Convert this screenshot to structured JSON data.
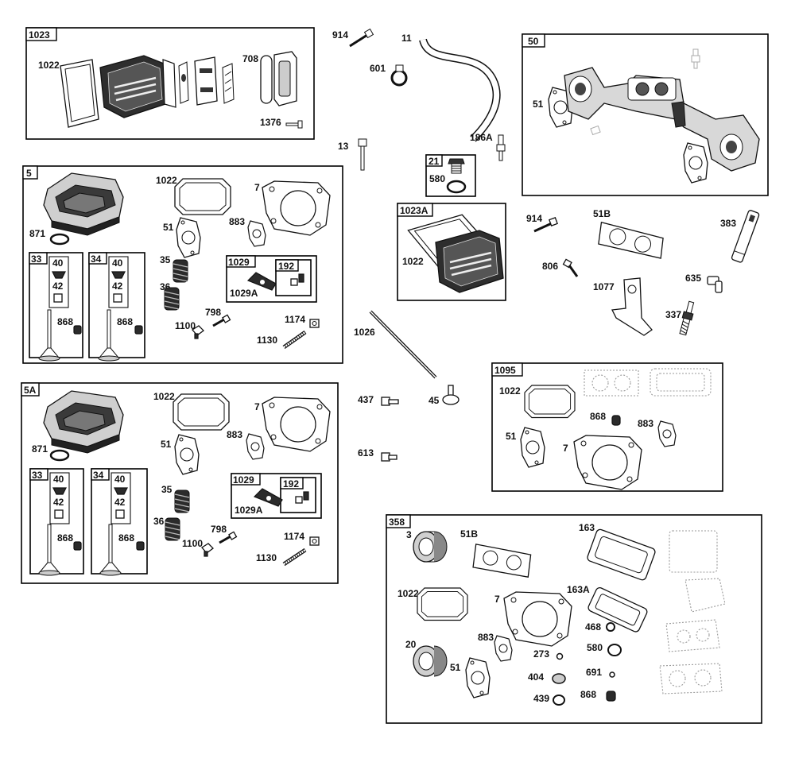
{
  "labels": {
    "l1023": "1023",
    "l1022a": "1022",
    "l708a": "708",
    "l1376": "1376",
    "l914a": "914",
    "l11": "11",
    "l601": "601",
    "l13": "13",
    "l186a": "186A",
    "l21": "21",
    "l580a": "580",
    "l50": "50",
    "l51a": "51",
    "l5": "5",
    "l1022b": "1022",
    "l7a": "7",
    "l871a": "871",
    "l51b": "51",
    "l883a": "883",
    "l33a": "33",
    "l40a": "40",
    "l42a": "42",
    "l868a": "868",
    "l34a": "34",
    "l40b": "40",
    "l42b": "42",
    "l868b": "868",
    "l35a": "35",
    "l36a": "36",
    "l1029a": "1029",
    "l192a": "192",
    "l1029aa": "1029A",
    "l798a": "798",
    "l1100a": "1100",
    "l1174a": "1174",
    "l1130a": "1130",
    "l1023a": "1023A",
    "l1022c": "1022",
    "l914b": "914",
    "l51b2": "51B",
    "l383": "383",
    "l806": "806",
    "l635": "635",
    "l1077": "1077",
    "l337": "337",
    "l1026": "1026",
    "l45": "45",
    "l437": "437",
    "l613": "613",
    "l1095": "1095",
    "l1022d": "1022",
    "l868c": "868",
    "l883b": "883",
    "l51c": "51",
    "l7b": "7",
    "l5a": "5A",
    "l1022e": "1022",
    "l7c": "7",
    "l871b": "871",
    "l51d": "51",
    "l883c": "883",
    "l33b": "33",
    "l40c": "40",
    "l42c": "42",
    "l868d": "868",
    "l34b": "34",
    "l40d": "40",
    "l42d": "42",
    "l868e": "868",
    "l35b": "35",
    "l36b": "36",
    "l1029b": "1029",
    "l192b": "192",
    "l1029ab": "1029A",
    "l798b": "798",
    "l1100b": "1100",
    "l1174b": "1174",
    "l1130b": "1130",
    "l358": "358",
    "l3": "3",
    "l51b3": "51B",
    "l163": "163",
    "l1022f": "1022",
    "l7d": "7",
    "l163a": "163A",
    "l20": "20",
    "l883d": "883",
    "l468": "468",
    "l580b": "580",
    "l273": "273",
    "l51e": "51",
    "l404": "404",
    "l691": "691",
    "l439": "439",
    "l868f": "868"
  }
}
